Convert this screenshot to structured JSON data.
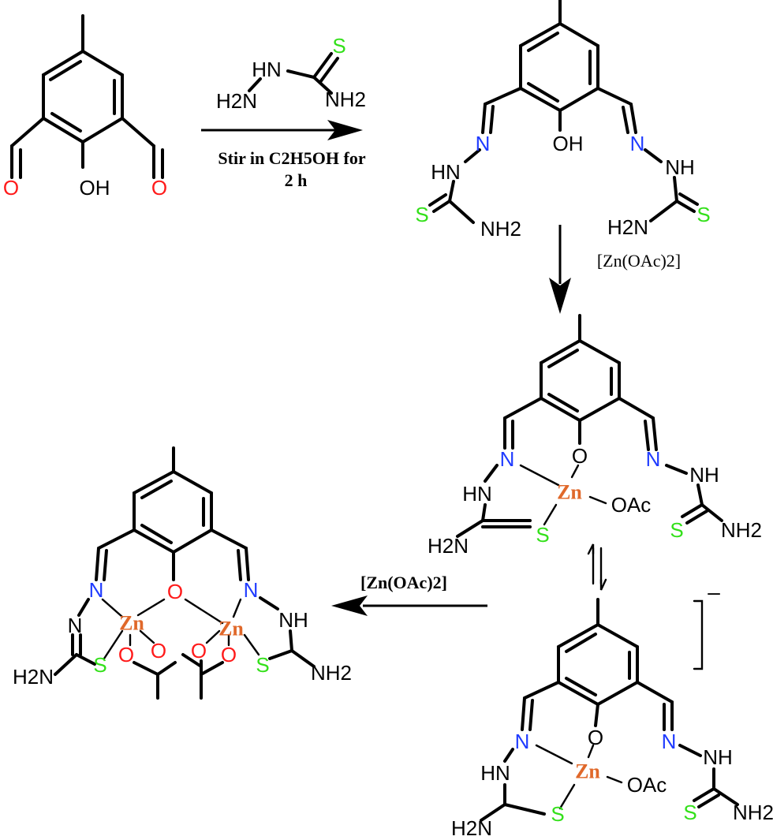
{
  "colors": {
    "oxygen": "#ff1a1a",
    "nitrogen": "#1f3bff",
    "sulfur": "#33e01a",
    "zinc": "#e0682a",
    "bond": "#000000"
  },
  "atoms": {
    "O": "O",
    "OH": "OH",
    "N": "N",
    "HN": "HN",
    "NH": "NH",
    "S": "S",
    "Zn": "Zn",
    "OAc": "OAc",
    "NH2": "NH2",
    "H2N": "H2N",
    "H2N_reagent": "H2N",
    "HN_reagent": "HN"
  },
  "conditions": {
    "step1_line1": "Stir in C2H5OH for",
    "step1_line2": "2 h",
    "step2": "[Zn(OAc)2]",
    "step4": "[Zn(OAc)2]",
    "charge": "–"
  }
}
